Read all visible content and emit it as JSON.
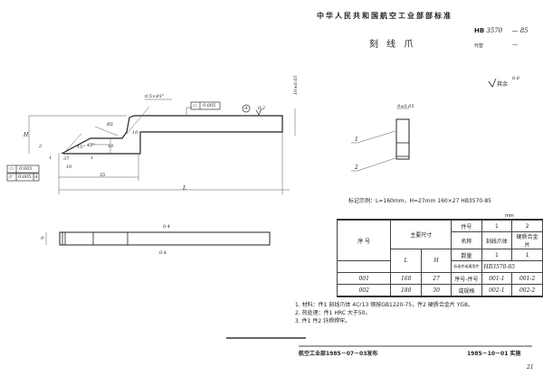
{
  "header": {
    "org_title": "中华人民共和国航空工业部部标准",
    "doc_title": "刻 线 爪",
    "code_prefix": "HB",
    "code_number": "3570",
    "code_year": "— 85",
    "replaces_label": "代替",
    "replaces_value": "—"
  },
  "surface_note": {
    "label": "其余",
    "roughness": "0.8"
  },
  "main_view": {
    "chamfer": "0.5×45°",
    "flatness_tol": "0.005",
    "datum": "A",
    "roughness_top": "0.2",
    "height_tol": "10±0.05",
    "radius": "R5",
    "dim_10_right": "10",
    "dim_10_mid": "10",
    "dim_H": "H",
    "dim_2": "2",
    "dim_1a": "1",
    "dim_1b": "1",
    "angle_15": "15°",
    "angle_45": "45°",
    "dim_37": "37",
    "dim_10_bottom": "10",
    "dim_55": "55",
    "dim_L": "L",
    "tol_frame_row1_symbol": "▭",
    "tol_frame_row1_value": "0.005",
    "tol_frame_row2_symbol": "//",
    "tol_frame_row2_value": "0.005",
    "tol_frame_row2_datum": "A"
  },
  "top_view": {
    "dim_9": "9",
    "roughness_top": "0.4",
    "roughness_bottom": "0.4"
  },
  "side_view": {
    "width_dim": "9±0.05",
    "label_1": "1",
    "label_2": "2"
  },
  "example": {
    "text": "标记示例：L=160mm，H=27mm   160×27  HB3570-85"
  },
  "table": {
    "unit": "mm",
    "col_seq": "序 号",
    "col_main_dims": "主要尺寸",
    "col_L": "L",
    "col_H": "H",
    "part_no_label": "件号",
    "part_no_1": "1",
    "part_no_2": "2",
    "name_label": "名称",
    "name_1": "刻线爪体",
    "name_2": "硬质合金片",
    "qty_label": "数量",
    "qty_1": "1",
    "qty_2": "1",
    "std_label": "标准件或通用件",
    "std_value": "HB3570-85",
    "sub_label": "序号-件号",
    "sub_label2": "或规格",
    "rows": [
      {
        "seq": "001",
        "L": "160",
        "H": "27",
        "p1": "001-1",
        "p2": "001-2"
      },
      {
        "seq": "002",
        "L": "180",
        "H": "30",
        "p1": "002-1",
        "p2": "002-2"
      }
    ]
  },
  "notes": [
    "1. 材料：件1 刻线爪体 4Cr13 钢按GB1220-75，件2 硬质合金片 YG8。",
    "2. 热处理：件1 HRC 大于50。",
    "3. 件1 件2 钎焊焊牢。"
  ],
  "footer": {
    "issued": "航空工业部1985－07－03发布",
    "effective": "1985－10－01 实施",
    "page": "21"
  }
}
